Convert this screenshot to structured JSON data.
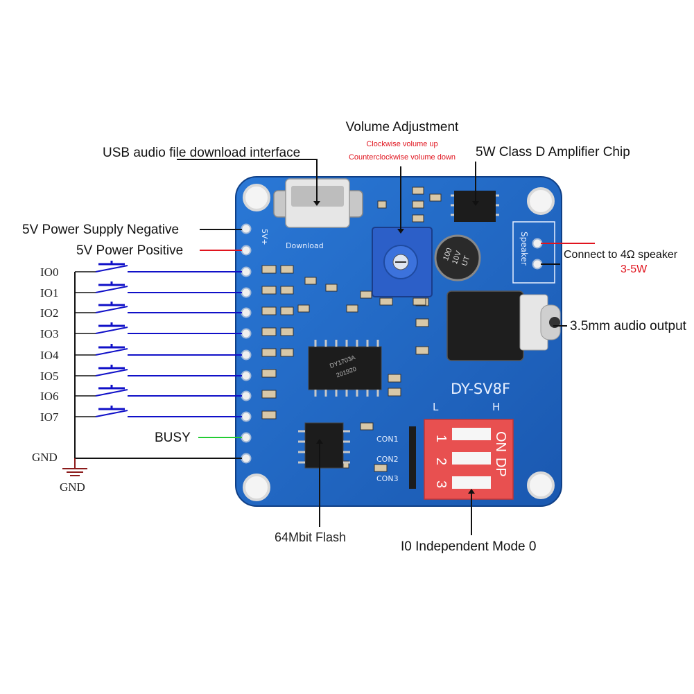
{
  "labels": {
    "volume_adjustment": "Volume Adjustment",
    "volume_cw": "Clockwise volume up",
    "volume_ccw": "Counterclockwise volume down",
    "usb_interface": "USB audio file download interface",
    "amp_chip": "5W Class D Amplifier Chip",
    "power_negative": "5V Power Supply Negative",
    "power_positive": "5V Power Positive",
    "speaker_connect": "Connect to 4Ω speaker",
    "speaker_power": "3-5W",
    "audio_output": "3.5mm audio output",
    "busy": "BUSY",
    "gnd": "GND",
    "gnd_symbol": "GND",
    "flash": "64Mbit Flash",
    "mode": "I0 Independent Mode 0"
  },
  "io_pins": [
    "IO0",
    "IO1",
    "IO2",
    "IO3",
    "IO4",
    "IO5",
    "IO6",
    "IO7"
  ],
  "board": {
    "model": "DY-SV8F",
    "chip_top": "DY1703A",
    "chip_bottom": "201920",
    "cap_lines": [
      "100",
      "10V",
      "UT"
    ],
    "speaker_label": "Speaker",
    "download_label": "Download",
    "pin_label": "5V+",
    "con_labels": [
      "CON1",
      "CON2",
      "CON3"
    ],
    "switch_l": "L",
    "switch_h": "H",
    "dip_on": "ON",
    "dip_dp": "DP",
    "dip_numbers": [
      "1",
      "2",
      "3"
    ]
  },
  "colors": {
    "pcb": "#1a63c0",
    "io_wire": "#1010c8",
    "power_positive_wire": "#e0141e",
    "busy_wire": "#22cc33",
    "dip_body": "#e85050"
  }
}
